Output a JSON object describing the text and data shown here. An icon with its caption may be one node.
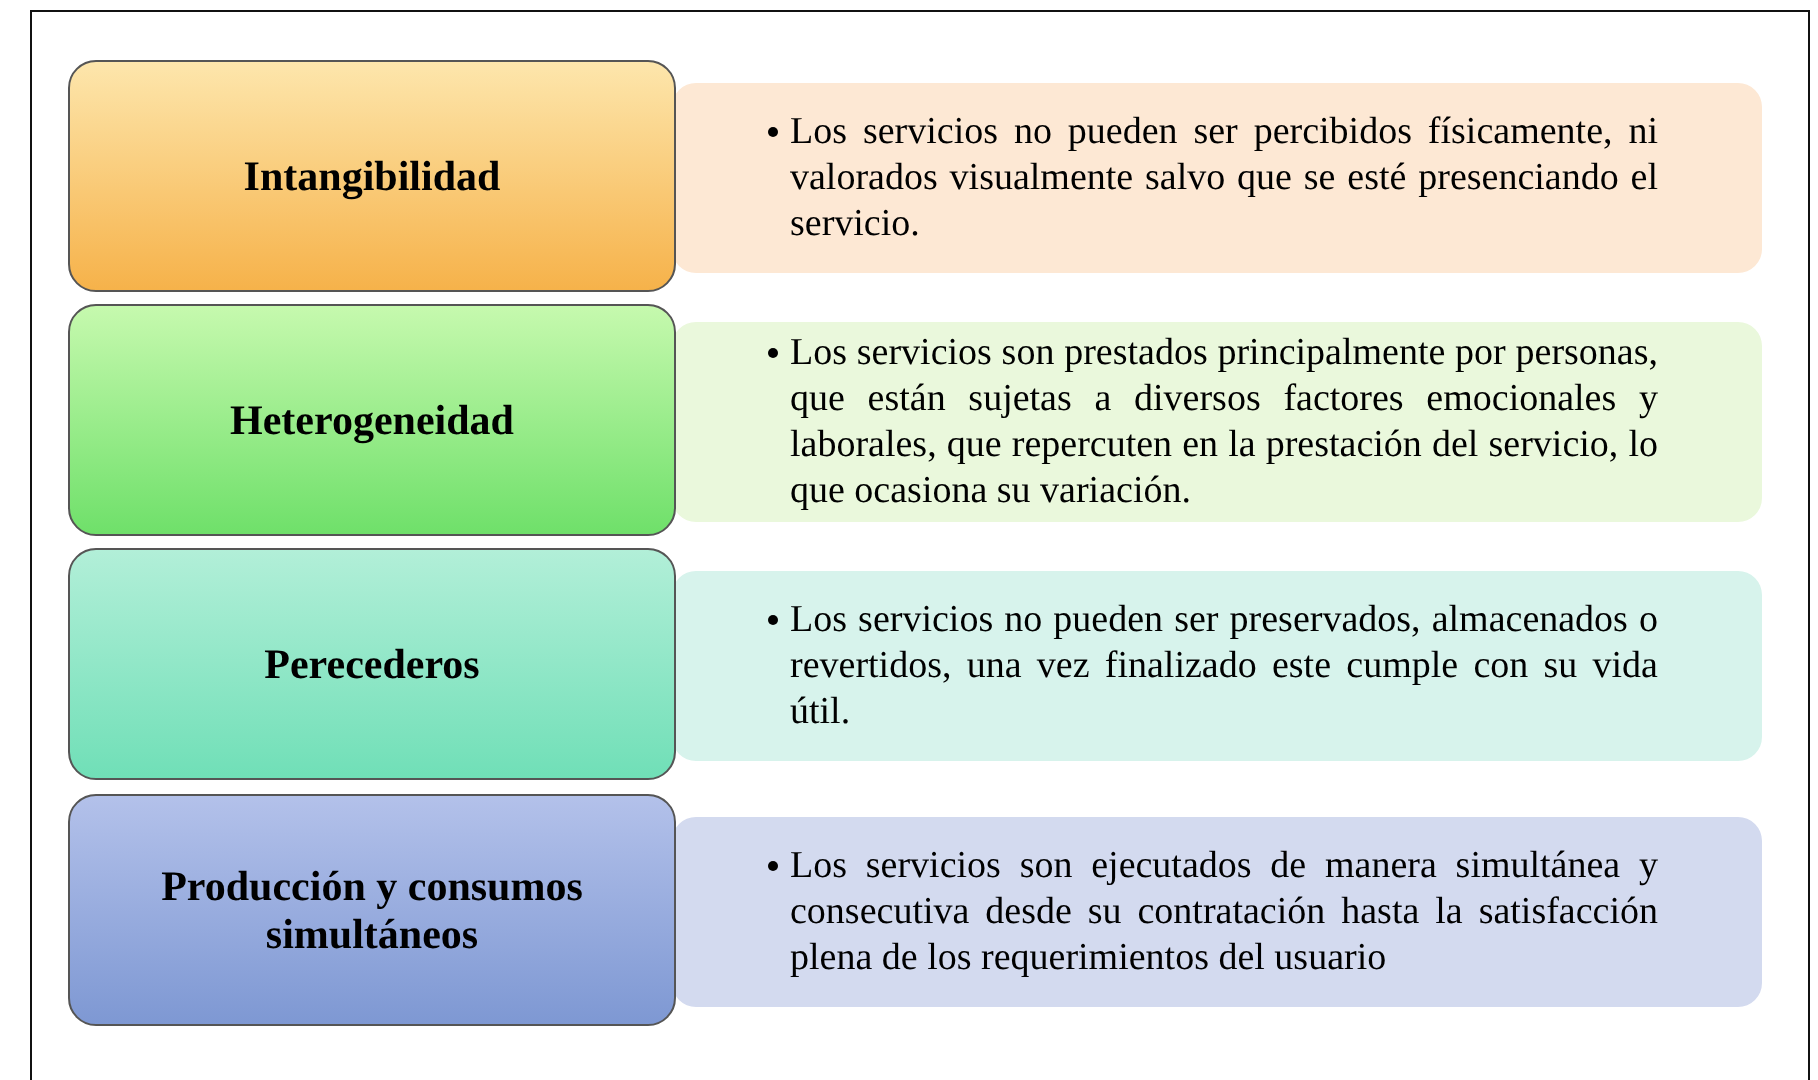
{
  "diagram": {
    "nodes": [
      {
        "text": [
          "Intangibilidad"
        ]
      },
      {
        "text": [
          "Los servicios no pueden ser percibidos físicamente, ni valorados visualmente salvo que se esté presenciando el servicio."
        ]
      },
      {
        "text": [
          "Heterogeneidad"
        ]
      },
      {
        "text": [
          "Los servicios son prestados principalmente por personas, que están sujetas a diversos factores emocionales y laborales, que repercuten en la prestación del servicio, lo que ocasiona su variación."
        ]
      },
      {
        "text": [
          "Perecederos"
        ]
      },
      {
        "text": [
          "Los servicios no pueden ser preservados, almacenados o revertidos, una vez finalizado este cumple con su vida útil."
        ]
      },
      {
        "text": [
          "Producción y consumos simultáneos"
        ]
      },
      {
        "text": [
          "Los servicios son ejecutados de manera simultánea y consecutiva desde su contratación hasta la satisfacción plena de los requerimientos del usuario"
        ]
      }
    ]
  }
}
